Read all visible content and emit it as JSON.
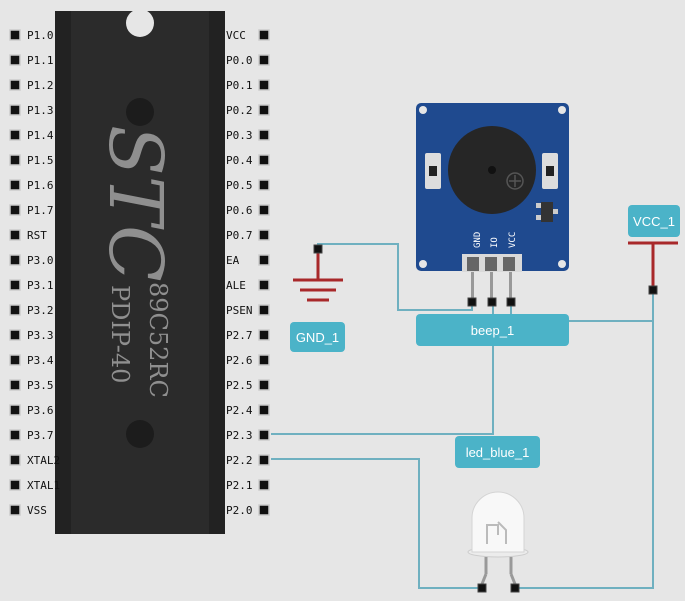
{
  "chip": {
    "brand": "STC",
    "model": "89C52RC",
    "package": "PDIP-40",
    "left_pins": [
      "P1.0",
      "P1.1",
      "P1.2",
      "P1.3",
      "P1.4",
      "P1.5",
      "P1.6",
      "P1.7",
      "RST",
      "P3.0",
      "P3.1",
      "P3.2",
      "P3.3",
      "P3.4",
      "P3.5",
      "P3.6",
      "P3.7",
      "XTAL2",
      "XTAL1",
      "VSS"
    ],
    "right_pins": [
      "VCC",
      "P0.0",
      "P0.1",
      "P0.2",
      "P0.3",
      "P0.4",
      "P0.5",
      "P0.6",
      "P0.7",
      "EA",
      "ALE",
      "PSEN",
      "P2.7",
      "P2.6",
      "P2.5",
      "P2.4",
      "P2.3",
      "P2.2",
      "P2.1",
      "P2.0"
    ]
  },
  "components": {
    "gnd_label": "GND_1",
    "vcc_label": "VCC_1",
    "beep_label": "beep_1",
    "led_label": "led_blue_1",
    "beep_pins": [
      "GND",
      "IO",
      "VCC"
    ]
  },
  "colors": {
    "wire": "#6fb0c0",
    "board": "#1f4a8f",
    "power": "#a8282a",
    "tag": "#4bb3c8",
    "chip": "#2b2b2b"
  }
}
